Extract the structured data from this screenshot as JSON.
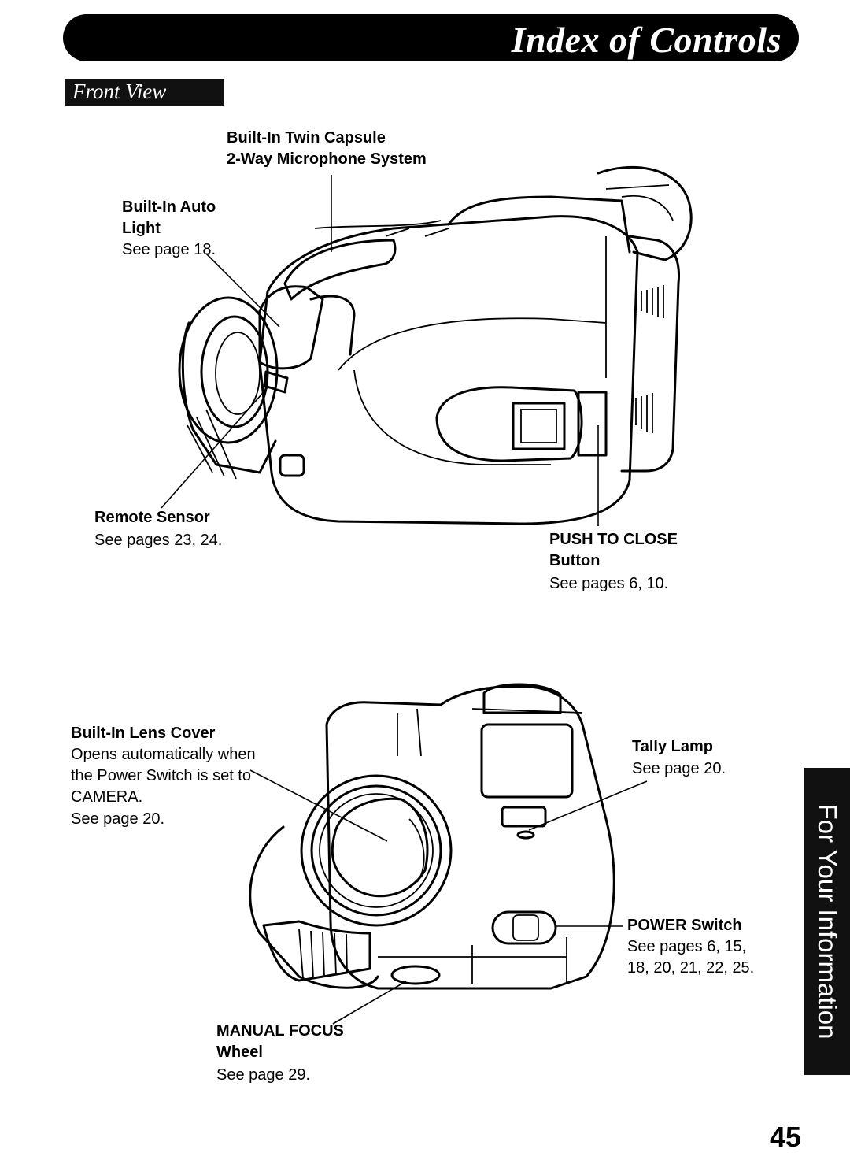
{
  "header": {
    "title": "Index of Controls",
    "section": "Front View"
  },
  "side_tab": {
    "label": "For Your Information"
  },
  "callouts": {
    "microphone": {
      "line1": "Built-In Twin Capsule",
      "line2": "2-Way Microphone System"
    },
    "auto_light": {
      "line1": "Built-In Auto",
      "line2": "Light",
      "ref": "See page 18."
    },
    "remote_sensor": {
      "line1": "Remote Sensor",
      "ref": "See pages 23, 24."
    },
    "push_to_close": {
      "line1": "PUSH TO CLOSE",
      "line2": "Button",
      "ref": "See pages 6, 10."
    },
    "lens_cover": {
      "line1": "Built-In Lens Cover",
      "desc1": "Opens automatically when",
      "desc2": "the Power Switch is set to",
      "desc3": "CAMERA.",
      "ref": "See page 20."
    },
    "tally_lamp": {
      "line1": "Tally Lamp",
      "ref": "See page 20."
    },
    "power_switch": {
      "line1": "POWER Switch",
      "ref1": "See pages 6, 15,",
      "ref2": "18, 20, 21, 22, 25."
    },
    "manual_focus": {
      "line1": "MANUAL FOCUS",
      "line2": "Wheel",
      "ref": "See page 29."
    }
  },
  "page_number": "45"
}
